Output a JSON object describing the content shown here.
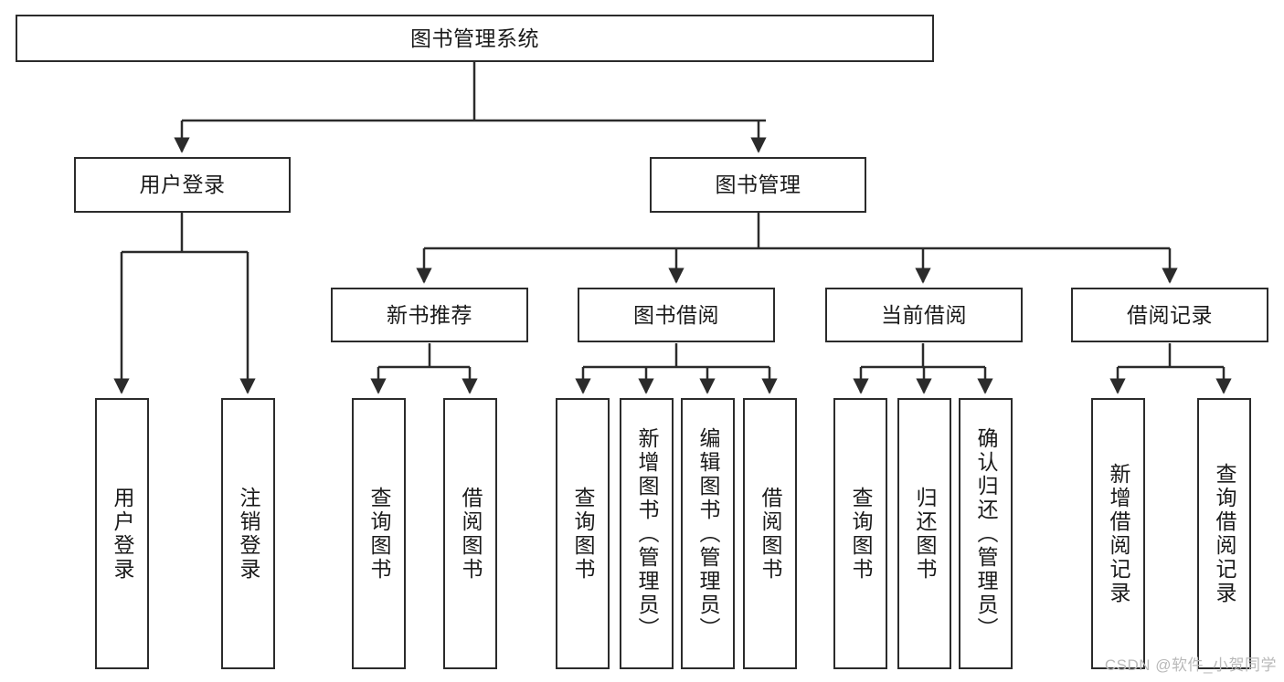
{
  "diagram": {
    "title": "图书管理系统",
    "type": "tree-hierarchy-chart",
    "colors": {
      "node_border": "#2b2b2b",
      "node_fill": "#ffffff",
      "edge": "#2b2b2b",
      "text": "#1a1a1a",
      "watermark": "#b9b9b9"
    },
    "root": {
      "label": "图书管理系统"
    },
    "level2": [
      {
        "label": "用户登录"
      },
      {
        "label": "图书管理"
      }
    ],
    "level3": [
      {
        "label": "新书推荐"
      },
      {
        "label": "图书借阅"
      },
      {
        "label": "当前借阅"
      },
      {
        "label": "借阅记录"
      }
    ],
    "leaves": {
      "user_login": [
        {
          "label": "用户登录"
        },
        {
          "label": "注销登录"
        }
      ],
      "new_book_recommend": [
        {
          "label": "查询图书"
        },
        {
          "label": "借阅图书"
        }
      ],
      "book_borrow": [
        {
          "label": "查询图书"
        },
        {
          "label": "新增图书（管理员）"
        },
        {
          "label": "编辑图书（管理员）"
        },
        {
          "label": "借阅图书"
        }
      ],
      "current_borrow": [
        {
          "label": "查询图书"
        },
        {
          "label": "归还图书"
        },
        {
          "label": "确认归还（管理员）"
        }
      ],
      "borrow_record": [
        {
          "label": "新增借阅记录"
        },
        {
          "label": "查询借阅记录"
        }
      ]
    }
  },
  "watermark": {
    "text": "CSDN @软件_小贺同学"
  }
}
